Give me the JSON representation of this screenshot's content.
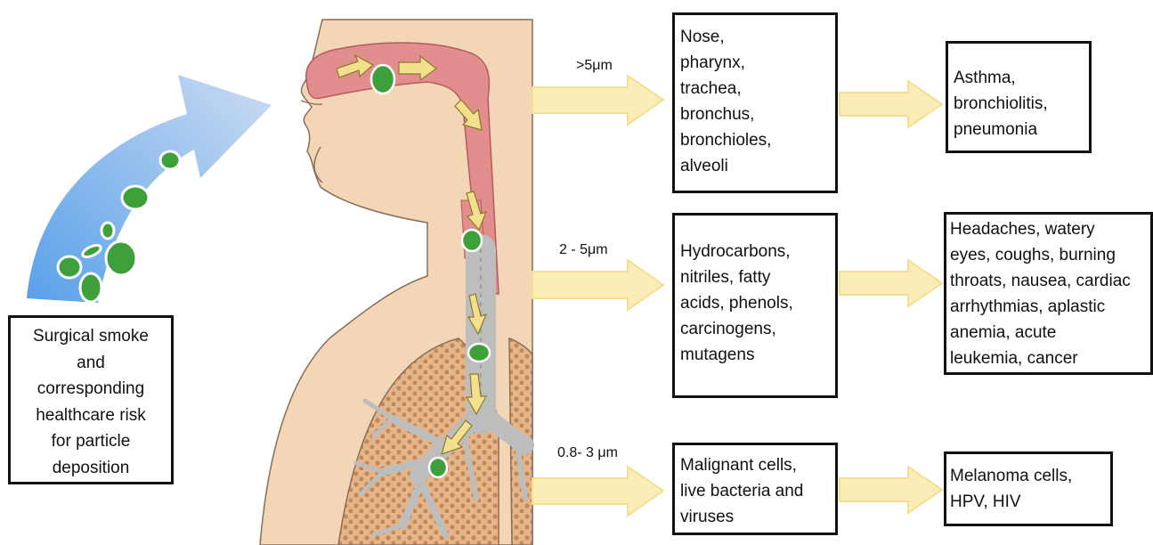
{
  "source_box": {
    "lines": [
      "Surgical smoke",
      "and",
      "corresponding",
      "healthcare risk",
      "for particle",
      "deposition"
    ]
  },
  "rows": [
    {
      "size_label": ">5μm",
      "sites": [
        "Nose,",
        "pharynx,",
        "trachea,",
        "bronchus,",
        "bronchioles,",
        "alveoli"
      ],
      "effects": [
        "Asthma,",
        "bronchiolitis,",
        "pneumonia"
      ]
    },
    {
      "size_label": "2 - 5μm",
      "sites": [
        "Hydrocarbons,",
        "nitriles, fatty",
        "acids, phenols,",
        "carcinogens,",
        "mutagens"
      ],
      "effects": [
        "Headaches, watery",
        "eyes, coughs, burning",
        "throats, nausea, cardiac",
        "arrhythmias, aplastic",
        "anemia, acute",
        "leukemia, cancer"
      ]
    },
    {
      "size_label": "0.8- 3 μm",
      "sites": [
        "Malignant cells,",
        "live bacteria and",
        "viruses"
      ],
      "effects": [
        "Melanoma cells,",
        "HPV, HIV"
      ]
    }
  ],
  "colors": {
    "skin": "#f2d6b6",
    "skin_edge": "#8a6d5a",
    "airway": "#e38e8e",
    "airway_edge": "#b55a60",
    "lung": "#e3b588",
    "lung_dot": "#b07040",
    "bronchi": "#c9c9c9",
    "particle": "#3ea03a",
    "smoke_arrow": "#7eb3e8",
    "flow_arrow": "#f3e08e",
    "block_arrow": "#fbecb8"
  }
}
